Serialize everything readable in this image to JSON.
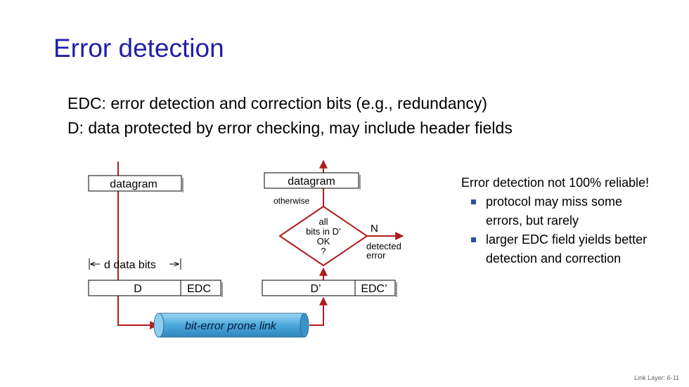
{
  "slide": {
    "title": "Error detection",
    "definitions": [
      "EDC: error detection and correction bits (e.g., redundancy)",
      "D:  data protected by error checking, may include header fields"
    ],
    "side": {
      "heading": "Error detection not 100% reliable!",
      "bullets": [
        "protocol may miss some errors, but rarely",
        "larger EDC field yields better detection and correction"
      ]
    },
    "footer": "Link Layer: 6-11"
  },
  "diagram": {
    "sender_datagram": "datagram",
    "receiver_datagram": "datagram",
    "data_bits_label": "d data bits",
    "sender_d": "D",
    "sender_edc": "EDC",
    "receiver_d": "D’",
    "receiver_edc": "EDC’",
    "link_label": "bit-error prone link",
    "otherwise_label": "otherwise",
    "decision_lines": [
      "all",
      "bits in D’",
      "OK",
      "?"
    ],
    "no_label": "N",
    "detected_label": "detected",
    "error_label": "error",
    "colors": {
      "arrow": "#b01c1c",
      "link_fill": "#5fb6e3",
      "box_stroke": "#000000"
    }
  }
}
